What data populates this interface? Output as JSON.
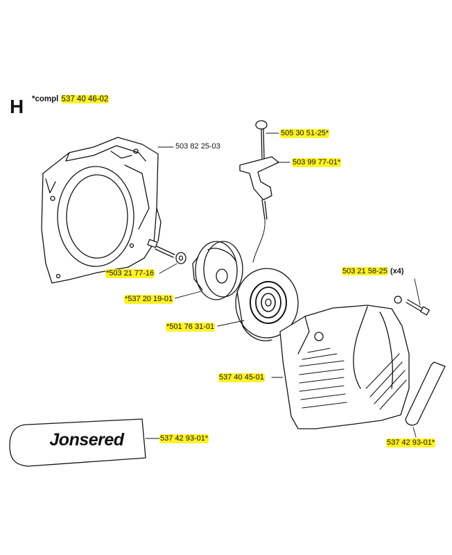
{
  "section": {
    "letter": "H",
    "compl_prefix": "*compl",
    "compl_number": "537 40 46-02"
  },
  "brand": "Jonsered",
  "highlight_color": "#fff000",
  "labels": [
    {
      "id": "fan-housing",
      "text": "503 82 25-03",
      "highlight": false
    },
    {
      "id": "rope-knot-pin",
      "text": "505 30 51-25*",
      "highlight": true
    },
    {
      "id": "starter-handle",
      "text": "503 99 77-01*",
      "highlight": true
    },
    {
      "id": "screw-washer",
      "text": "*503 21 77-16",
      "highlight": true
    },
    {
      "id": "rope-pulley",
      "text": "*537 20 19-01",
      "highlight": true
    },
    {
      "id": "recoil-spring",
      "text": "*501 76 31-01",
      "highlight": true
    },
    {
      "id": "screw",
      "text": "503 21 58-25",
      "qty": "(x4)",
      "highlight": true
    },
    {
      "id": "starter-cover",
      "text": "537 40 45-01",
      "highlight": true
    },
    {
      "id": "decal-large",
      "text": "537 42 93-01*",
      "highlight": true
    },
    {
      "id": "decal-small",
      "text": "537 42 93-01*",
      "highlight": true
    }
  ]
}
